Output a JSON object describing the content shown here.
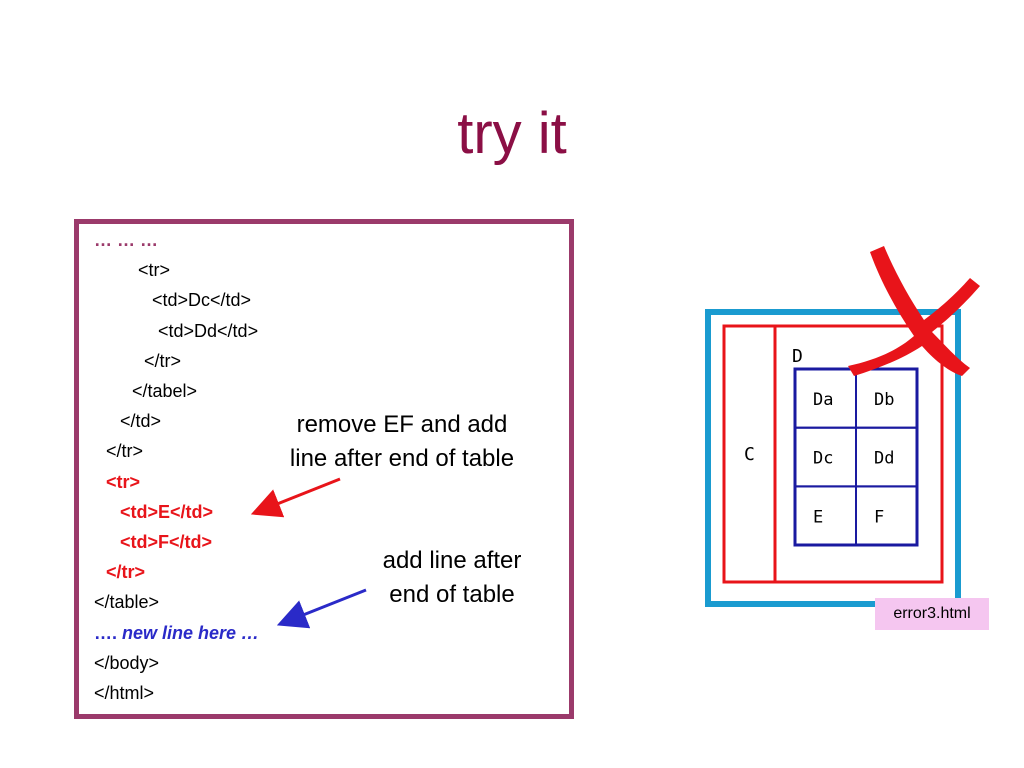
{
  "slide": {
    "title": "try it"
  },
  "code": [
    {
      "text": "… … …",
      "style": "maroon",
      "indent": 0
    },
    {
      "text": "<tr>",
      "style": "",
      "indent": 44
    },
    {
      "text": "<td>Dc</td>",
      "style": "",
      "indent": 58
    },
    {
      "text": "<td>Dd</td>",
      "style": "",
      "indent": 64
    },
    {
      "text": "</tr>",
      "style": "",
      "indent": 50
    },
    {
      "text": "</tabel>",
      "style": "",
      "indent": 38
    },
    {
      "text": "</td>",
      "style": "",
      "indent": 26
    },
    {
      "text": "</tr>",
      "style": "",
      "indent": 12
    },
    {
      "text": "<tr>",
      "style": "red",
      "indent": 12
    },
    {
      "text": "<td>E</td>",
      "style": "red",
      "indent": 26
    },
    {
      "text": "<td>F</td>",
      "style": "red",
      "indent": 26
    },
    {
      "text": "</tr>",
      "style": "red",
      "indent": 12
    },
    {
      "text": "</table>",
      "style": "",
      "indent": 0
    },
    {
      "text": "…. ",
      "style": "blue",
      "indent": 0,
      "extra": "new line here …"
    },
    {
      "text": "</body>",
      "style": "",
      "indent": 0
    },
    {
      "text": "</html>",
      "style": "",
      "indent": 0
    }
  ],
  "callouts": {
    "remove": "remove EF and add\nline after end of table",
    "add": "add line after\nend of table"
  },
  "preview": {
    "label_c": "C",
    "label_d": "D",
    "cells": [
      [
        "Da",
        "Db"
      ],
      [
        "Dc",
        "Dd"
      ],
      [
        "E",
        "F"
      ]
    ],
    "filename": "error3.html"
  },
  "colors": {
    "title": "#8b0f45",
    "frame": "#9b3a6b",
    "highlight_red": "#e8141a",
    "highlight_blue": "#2a2ac8",
    "outer_table": "#1a9bd0",
    "inner_red": "#e8141a",
    "inner_table": "#1a1aa0",
    "filename_bg": "#f5c6f0"
  },
  "icons": {
    "error_mark": "x-mark-icon"
  }
}
